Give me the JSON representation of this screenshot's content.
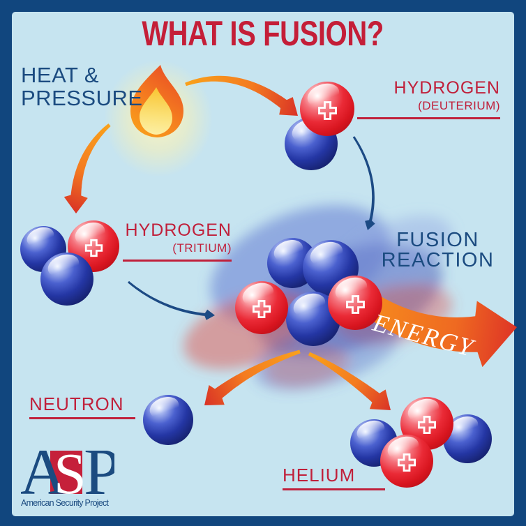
{
  "title": "WHAT IS FUSION?",
  "labels": {
    "heat_pressure": {
      "line1": "HEAT &",
      "line2": "PRESSURE"
    },
    "hydrogen_deuterium": {
      "name": "HYDROGEN",
      "isotope": "(DEUTERIUM)"
    },
    "hydrogen_tritium": {
      "name": "HYDROGEN",
      "isotope": "(TRITIUM)"
    },
    "fusion_reaction": {
      "line1": "FUSION",
      "line2": "REACTION"
    },
    "energy": "ENERGY",
    "neutron": "NEUTRON",
    "helium": "HELIUM"
  },
  "logo": {
    "letters": {
      "a": "A",
      "s": "S",
      "p": "P"
    },
    "caption": "American Security Project"
  },
  "icons": {
    "flame-icon": "stylized flame (heat source)",
    "proton-plus-icon": "+",
    "arrow-icon": "tapered curved arrow"
  },
  "colors": {
    "background": "#C6E4F0",
    "border": "#11467E",
    "title": "#C41E38",
    "navy_text": "#1B4B80",
    "red_label": "#C0203B",
    "arrow_orange": "#F6891F",
    "arrow_orange_tip": "#D93226",
    "arrow_blue": "#1C4A84",
    "sphere_red": "#E51D2A",
    "sphere_blue": "#1F2F96",
    "energy_text": "#FFFFFF"
  },
  "particles": {
    "hydrogen_deuterium": {
      "protons": 1,
      "neutrons": 1
    },
    "hydrogen_tritium": {
      "protons": 1,
      "neutrons": 2
    },
    "fusion_cluster": {
      "protons": 2,
      "neutrons": 3
    },
    "neutron": {
      "protons": 0,
      "neutrons": 1
    },
    "helium": {
      "protons": 2,
      "neutrons": 2
    }
  },
  "flow": [
    {
      "from": "heat-and-pressure",
      "to": "hydrogen-deuterium"
    },
    {
      "from": "heat-and-pressure",
      "to": "hydrogen-tritium"
    },
    {
      "from": "hydrogen-deuterium",
      "to": "fusion-reaction"
    },
    {
      "from": "hydrogen-tritium",
      "to": "fusion-reaction"
    },
    {
      "from": "fusion-reaction",
      "to": "energy"
    },
    {
      "from": "fusion-reaction",
      "to": "neutron"
    },
    {
      "from": "fusion-reaction",
      "to": "helium"
    }
  ]
}
